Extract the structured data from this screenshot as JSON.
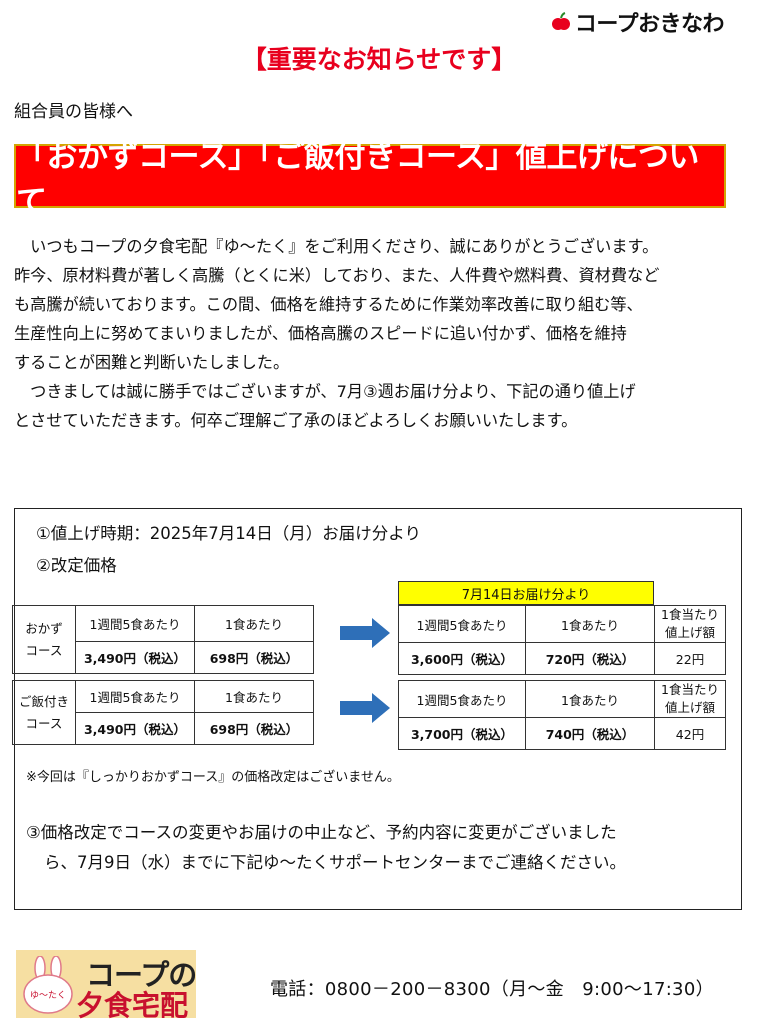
{
  "header": {
    "brand": "コープおきなわ",
    "notice": "【重要なお知らせです】",
    "greeting": "組合員の皆様へ",
    "banner_title": "「おかずコース」「ご飯付きコース」値上げについて"
  },
  "body": {
    "lines": [
      "　いつもコープの夕食宅配『ゆ～たく』をご利用くださり、誠にありがとうございます。",
      "昨今、原材料費が著しく高騰（とくに米）しており、また、人件費や燃料費、資材費など",
      "も高騰が続いております。この間、価格を維持するために作業効率改善に取り組む等、",
      "生産性向上に努めてまいりましたが、価格高騰のスピードに追い付かず、価格を維持",
      "することが困難と判断いたしました。",
      "　つきましては誠に勝手ではございますが、7月③週お届け分より、下記の通り値上げ",
      "とさせていただきます。何卒ご理解ご了承のほどよろしくお願いいたします。"
    ]
  },
  "details": {
    "item1": "①値上げ時期：2025年7月14日（月）お届け分より",
    "item2": "②改定価格",
    "new_header": "7月14日お届け分より",
    "col_week": "1週間5食あたり",
    "col_meal": "1食あたり",
    "col_increase_1": "1食当たり",
    "col_increase_2": "値上げ額",
    "courses": [
      {
        "name_1": "おかず",
        "name_2": "コース",
        "old_week": "3,490円（税込）",
        "old_meal": "698円（税込）",
        "new_week": "3,600円（税込）",
        "new_meal": "720円（税込）",
        "increase": "22円"
      },
      {
        "name_1": "ご飯付き",
        "name_2": "コース",
        "old_week": "3,490円（税込）",
        "old_meal": "698円（税込）",
        "new_week": "3,700円（税込）",
        "new_meal": "740円（税込）",
        "increase": "42円"
      }
    ],
    "note": "※今回は『しっかりおかずコース』の価格改定はございません。",
    "item3_line1": "③価格改定でコースの変更やお届けの中止など、予約内容に変更がございました",
    "item3_line2": "ら、7月9日（水）までに下記ゆ～たくサポートセンターまでご連絡ください。"
  },
  "footer": {
    "logo_line1": "コープの",
    "logo_line2": "夕食宅配",
    "mascot_text": "ゆ～たく",
    "phone": "電話：0800－200－8300（月～金　9:00～17:30）"
  },
  "colors": {
    "banner": "#ff0000",
    "notice_text": "#e8001e",
    "highlight": "#ffff00",
    "arrow": "#2e6fb8",
    "logo_bg": "#f6dfa2"
  }
}
